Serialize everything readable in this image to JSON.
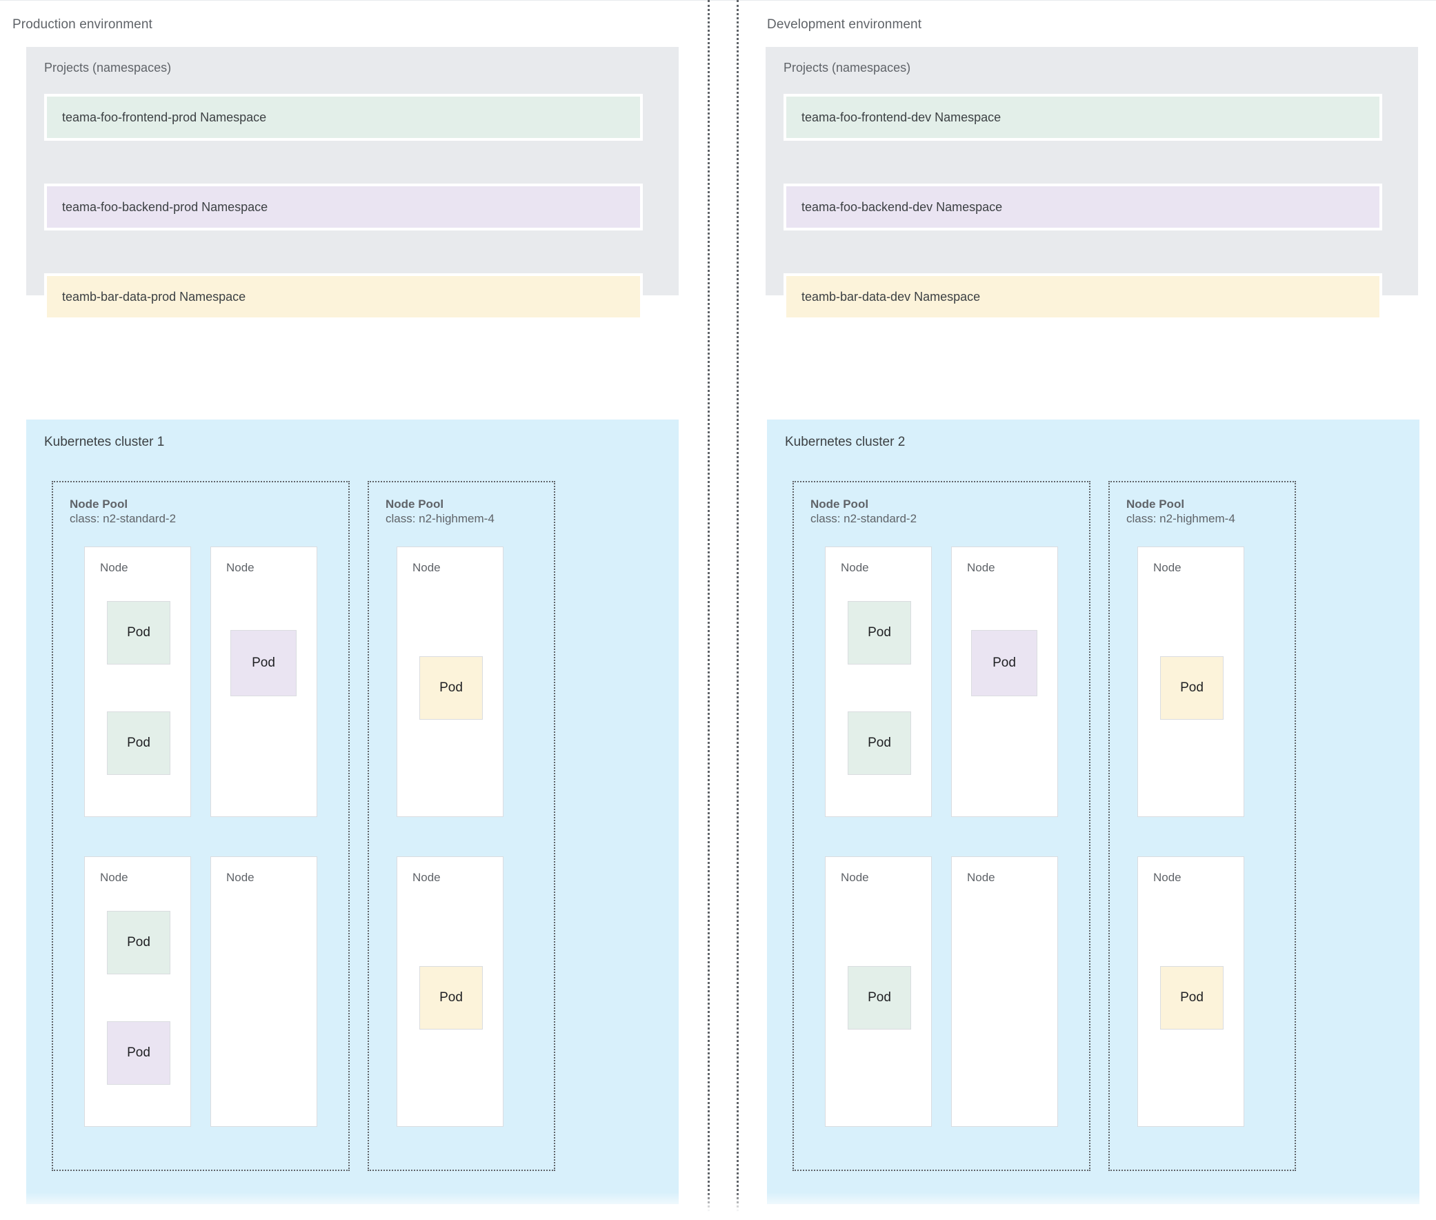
{
  "colors": {
    "green": "#e3efe9",
    "purple": "#eae4f2",
    "yellow": "#fcf3da",
    "cluster_background": "#d8f0fb",
    "projects_background": "#e8eaed",
    "node_background": "#ffffff",
    "text_muted": "#5f6368",
    "text_dark": "#3c4043",
    "border": "#dadce0"
  },
  "labels": {
    "projects_heading": "Projects (namespaces)",
    "node_pool_title": "Node Pool",
    "node_label": "Node",
    "pod_label": "Pod"
  },
  "environments": [
    {
      "id": "production",
      "title": "Production environment",
      "namespaces": [
        {
          "name": "teama-foo-frontend-prod Namespace",
          "color": "green"
        },
        {
          "name": "teama-foo-backend-prod Namespace",
          "color": "purple"
        },
        {
          "name": "teamb-bar-data-prod Namespace",
          "color": "yellow"
        }
      ],
      "cluster": {
        "title": "Kubernetes cluster 1",
        "node_pools": [
          {
            "title": "Node Pool",
            "class": "class: n2-standard-2",
            "width": "wide",
            "nodes": [
              {
                "label": "Node",
                "column": 0,
                "row": 0,
                "pods": [
                  {
                    "label": "Pod",
                    "color": "green",
                    "slot": "p0"
                  },
                  {
                    "label": "Pod",
                    "color": "green",
                    "slot": "p1"
                  }
                ]
              },
              {
                "label": "Node",
                "column": 1,
                "row": 0,
                "pods": [
                  {
                    "label": "Pod",
                    "color": "purple",
                    "slot": "offset"
                  }
                ]
              },
              {
                "label": "Node",
                "column": 0,
                "row": 1,
                "pods": [
                  {
                    "label": "Pod",
                    "color": "green",
                    "slot": "p0"
                  },
                  {
                    "label": "Pod",
                    "color": "purple",
                    "slot": "p1"
                  }
                ]
              },
              {
                "label": "Node",
                "column": 1,
                "row": 1,
                "pods": []
              }
            ]
          },
          {
            "title": "Node Pool",
            "class": "class: n2-highmem-4",
            "width": "narrow",
            "nodes": [
              {
                "label": "Node",
                "column": 0,
                "row": 0,
                "pods": [
                  {
                    "label": "Pod",
                    "color": "yellow",
                    "slot": "center"
                  }
                ]
              },
              {
                "label": "Node",
                "column": 0,
                "row": 1,
                "pods": [
                  {
                    "label": "Pod",
                    "color": "yellow",
                    "slot": "center"
                  }
                ]
              }
            ]
          }
        ]
      }
    },
    {
      "id": "development",
      "title": "Development environment",
      "namespaces": [
        {
          "name": "teama-foo-frontend-dev Namespace",
          "color": "green"
        },
        {
          "name": "teama-foo-backend-dev Namespace",
          "color": "purple"
        },
        {
          "name": "teamb-bar-data-dev Namespace",
          "color": "yellow"
        }
      ],
      "cluster": {
        "title": "Kubernetes cluster 2",
        "node_pools": [
          {
            "title": "Node Pool",
            "class": "class: n2-standard-2",
            "width": "wide",
            "nodes": [
              {
                "label": "Node",
                "column": 0,
                "row": 0,
                "pods": [
                  {
                    "label": "Pod",
                    "color": "green",
                    "slot": "p0"
                  },
                  {
                    "label": "Pod",
                    "color": "green",
                    "slot": "p1"
                  }
                ]
              },
              {
                "label": "Node",
                "column": 1,
                "row": 0,
                "pods": [
                  {
                    "label": "Pod",
                    "color": "purple",
                    "slot": "offset"
                  }
                ]
              },
              {
                "label": "Node",
                "column": 0,
                "row": 1,
                "pods": [
                  {
                    "label": "Pod",
                    "color": "green",
                    "slot": "center"
                  }
                ]
              },
              {
                "label": "Node",
                "column": 1,
                "row": 1,
                "pods": []
              }
            ]
          },
          {
            "title": "Node Pool",
            "class": "class: n2-highmem-4",
            "width": "narrow",
            "nodes": [
              {
                "label": "Node",
                "column": 0,
                "row": 0,
                "pods": [
                  {
                    "label": "Pod",
                    "color": "yellow",
                    "slot": "center"
                  }
                ]
              },
              {
                "label": "Node",
                "column": 0,
                "row": 1,
                "pods": [
                  {
                    "label": "Pod",
                    "color": "yellow",
                    "slot": "center"
                  }
                ]
              }
            ]
          }
        ]
      }
    }
  ]
}
